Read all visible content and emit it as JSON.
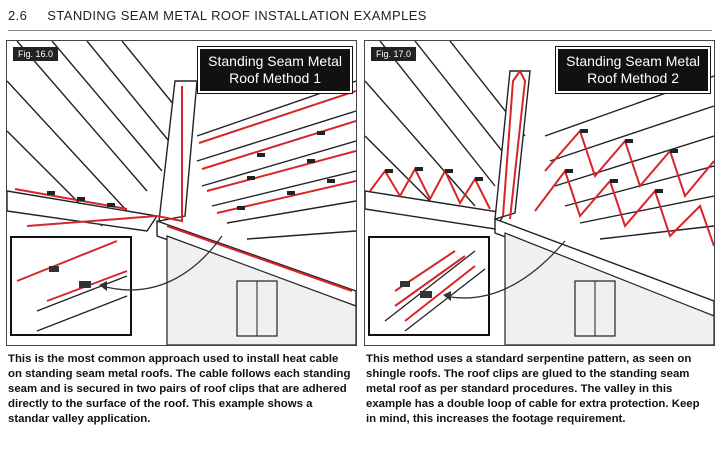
{
  "header": {
    "section_number": "2.6",
    "title": "STANDING SEAM METAL ROOF INSTALLATION EXAMPLES"
  },
  "figures": [
    {
      "fig_label": "Fig. 16.0",
      "title_line1": "Standing Seam Metal",
      "title_line2": "Roof Method 1",
      "caption": "This is the most common approach used to install heat cable on standing seam metal roofs. The cable follows each standing seam and is secured in two pairs of roof clips that are adhered directly to the surface of the roof. This example shows a standar valley application."
    },
    {
      "fig_label": "Fig. 17.0",
      "title_line1": "Standing Seam Metal",
      "title_line2": "Roof Method 2",
      "caption": "This method uses a standard serpentine pattern, as seen on shingle roofs. The roof clips are glued to the standing seam metal roof as per standard procedures. The valley in this example has a double loop of cable for extra protection. Keep in mind, this increases the footage requirement."
    }
  ],
  "colors": {
    "cable": "#d7262a",
    "line": "#222222",
    "wall": "#f0f0f0"
  }
}
